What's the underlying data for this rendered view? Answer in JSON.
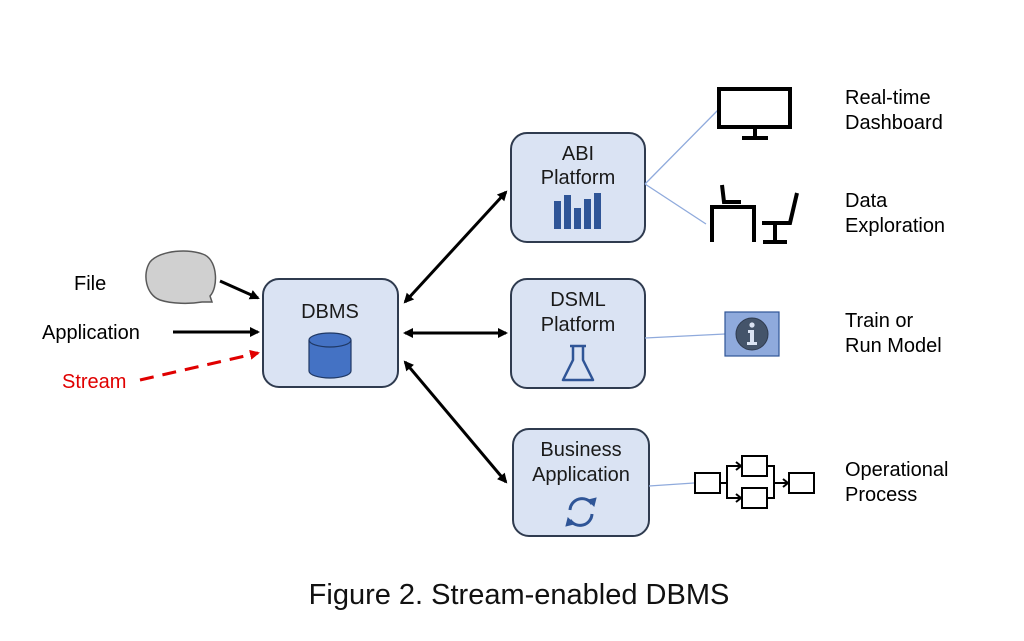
{
  "inputs": {
    "file": "File",
    "application": "Application",
    "stream": "Stream"
  },
  "nodes": {
    "dbms": "DBMS",
    "abi": [
      "ABI",
      "Platform"
    ],
    "dsml": [
      "DSML",
      "Platform"
    ],
    "business": [
      "Business",
      "Application"
    ]
  },
  "outputs": {
    "dashboard": [
      "Real-time",
      "Dashboard"
    ],
    "exploration": [
      "Data",
      "Exploration"
    ],
    "model": [
      "Train or",
      "Run Model"
    ],
    "process": [
      "Operational",
      "Process"
    ]
  },
  "icons": {
    "file": "speech-bubble-icon",
    "dbms": "database-cylinder-icon",
    "abi": "bar-chart-icon",
    "dsml": "flask-icon",
    "business": "refresh-cycle-icon",
    "dashboard": "monitor-icon",
    "exploration": "desk-chair-icon",
    "model": "info-icon",
    "process": "process-flow-icon"
  },
  "colors": {
    "node_fill": "#dae3f3",
    "node_stroke": "#2f3b4f",
    "icon_blue": "#2f5597",
    "stream_red": "#e00000",
    "connector": "#8faadc"
  },
  "caption": "Figure 2. Stream-enabled DBMS"
}
